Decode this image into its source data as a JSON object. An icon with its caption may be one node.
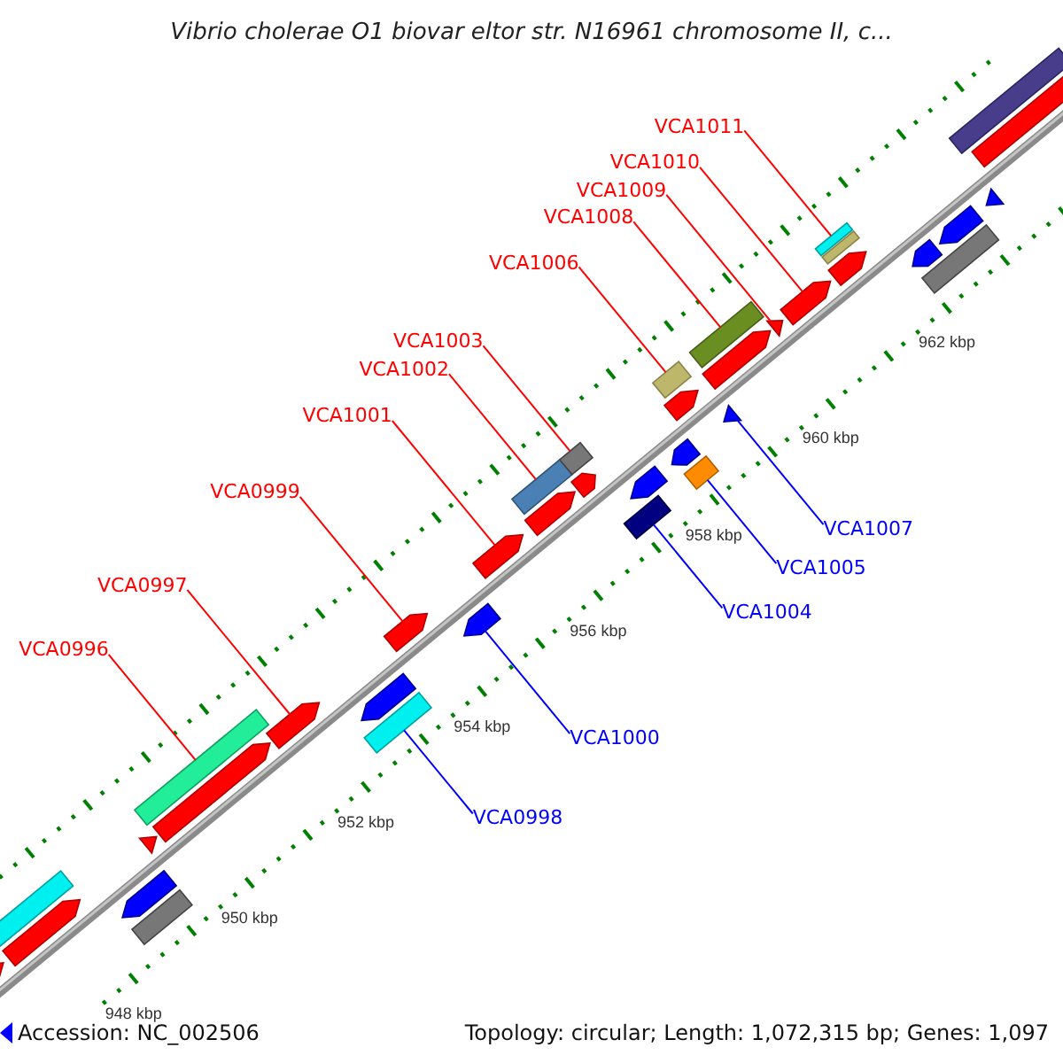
{
  "diagram": {
    "title": "Vibrio cholerae O1 biovar eltor str. N16961 chromosome II, c...",
    "nodes": [
      {
        "text": [
          "VCA1011"
        ]
      },
      {
        "text": [
          "VCA1010"
        ]
      },
      {
        "text": [
          "VCA1009"
        ]
      },
      {
        "text": [
          "VCA1008"
        ]
      },
      {
        "text": [
          "VCA1006"
        ]
      },
      {
        "text": [
          "VCA1003"
        ]
      },
      {
        "text": [
          "VCA1002"
        ]
      },
      {
        "text": [
          "VCA1001"
        ]
      },
      {
        "text": [
          "VCA0999"
        ]
      },
      {
        "text": [
          "VCA1007"
        ]
      },
      {
        "text": [
          "VCA1005"
        ]
      },
      {
        "text": [
          "VCA0997"
        ]
      },
      {
        "text": [
          "VCA1004"
        ]
      },
      {
        "text": [
          "VCA0996"
        ]
      },
      {
        "text": [
          "VCA1000"
        ]
      },
      {
        "text": [
          "VCA0998"
        ]
      },
      {
        "text": [],
        "shape": "arrow"
      },
      {
        "text": [],
        "shape": "arrow"
      },
      {
        "text": [],
        "shape": "box"
      },
      {
        "text": [],
        "shape": "arrow"
      },
      {
        "text": [],
        "shape": "box"
      },
      {
        "text": [],
        "shape": "triangle"
      },
      {
        "text": [],
        "shape": "box"
      },
      {
        "text": [],
        "shape": "arrow"
      },
      {
        "text": [],
        "shape": "arrow"
      },
      {
        "text": [],
        "shape": "box"
      },
      {
        "text": [],
        "shape": "arrow"
      },
      {
        "text": [],
        "shape": "arrow"
      },
      {
        "text": [],
        "shape": "arrow"
      },
      {
        "text": [],
        "shape": "arrow"
      },
      {
        "text": [],
        "shape": "arrow"
      },
      {
        "text": [],
        "shape": "box"
      },
      {
        "text": [],
        "shape": "arrow"
      },
      {
        "text": [],
        "shape": "box"
      },
      {
        "text": [],
        "shape": "box"
      },
      {
        "text": [],
        "shape": "arrow"
      },
      {
        "text": [],
        "shape": "box"
      },
      {
        "text": [],
        "shape": "arrow"
      },
      {
        "text": [],
        "shape": "arrow"
      },
      {
        "text": [],
        "shape": "box"
      },
      {
        "text": [],
        "shape": "triangle"
      },
      {
        "text": [],
        "shape": "arrow"
      },
      {
        "text": [],
        "shape": "box"
      },
      {
        "text": [],
        "shape": "triangle"
      },
      {
        "text": [],
        "shape": "arrow"
      },
      {
        "text": [],
        "shape": "arrow"
      },
      {
        "text": [],
        "shape": "box"
      },
      {
        "text": [],
        "shape": "box"
      },
      {
        "text": [],
        "shape": "arrow"
      },
      {
        "text": [],
        "shape": "box"
      },
      {
        "text": [],
        "shape": "arrow"
      },
      {
        "text": [],
        "shape": "triangle"
      },
      {
        "text": [],
        "shape": "box"
      },
      {
        "text": [],
        "shape": "arrow"
      }
    ],
    "edges": [
      {
        "from": 0,
        "to": 47,
        "arrow": "none"
      },
      {
        "from": 1,
        "to": 44,
        "arrow": "none"
      },
      {
        "from": 2,
        "to": 43,
        "arrow": "none"
      },
      {
        "from": 3,
        "to": 42,
        "arrow": "none"
      },
      {
        "from": 4,
        "to": 39,
        "arrow": "none"
      },
      {
        "from": 5,
        "to": 33,
        "arrow": "none"
      },
      {
        "from": 6,
        "to": 31,
        "arrow": "none"
      },
      {
        "from": 7,
        "to": 29,
        "arrow": "none"
      },
      {
        "from": 8,
        "to": 27,
        "arrow": "none"
      },
      {
        "from": 9,
        "to": 40,
        "arrow": "none",
        "color": "#0000ff"
      },
      {
        "from": 10,
        "to": 36,
        "arrow": "none",
        "color": "#0000ff"
      },
      {
        "from": 11,
        "to": 24,
        "arrow": "none"
      },
      {
        "from": 12,
        "to": 34,
        "arrow": "none",
        "color": "#0000ff"
      },
      {
        "from": 13,
        "to": 22,
        "arrow": "none"
      },
      {
        "from": 14,
        "to": 28,
        "arrow": "none",
        "color": "#0000ff"
      },
      {
        "from": 15,
        "to": 25,
        "arrow": "none",
        "color": "#0000ff"
      }
    ],
    "labels": [
      "962 kbp",
      "960 kbp",
      "958 kbp",
      "956 kbp",
      "954 kbp",
      "952 kbp",
      "950 kbp",
      "948 kbp",
      "Accession: NC_002506",
      "Topology: circular; Length: 1,072,315 bp; Genes: 1,097"
    ]
  }
}
